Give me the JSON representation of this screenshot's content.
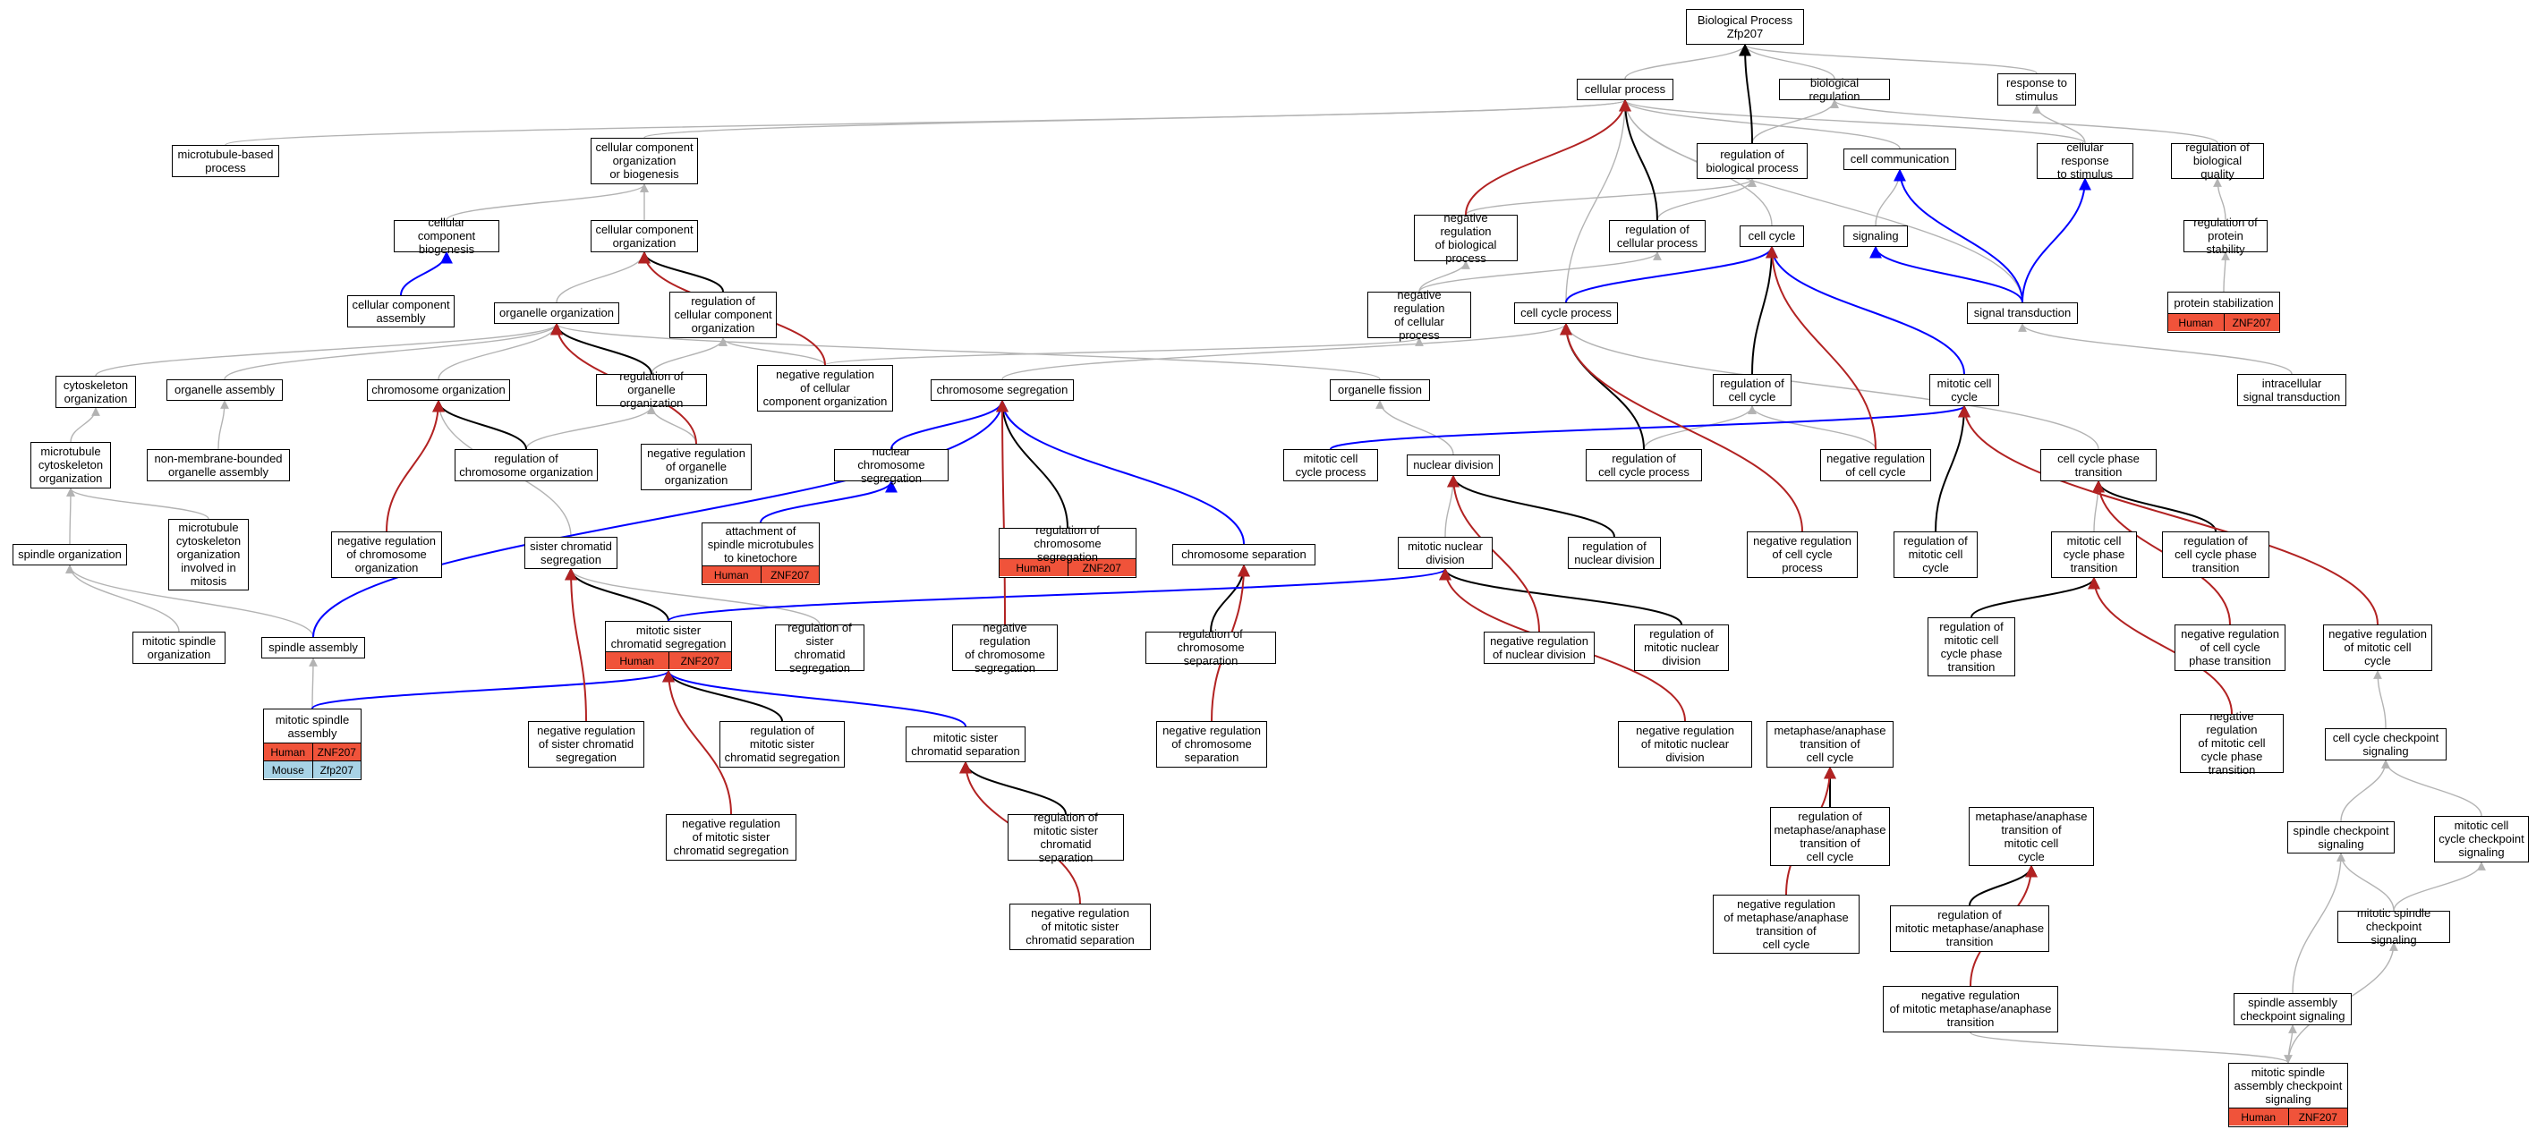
{
  "colors": {
    "is_a": "#b3b3b3",
    "part_of": "#000000",
    "regulates": "#0000ff",
    "negatively_regulates": "#b22222",
    "human_annotation": "#f0533a",
    "mouse_annotation": "#a8d3e6",
    "node_border": "#000000",
    "background": "#ffffff"
  },
  "nodes": [
    {
      "id": "bp",
      "text": "Biological Process\nZfp207"
    },
    {
      "id": "cp",
      "text": "cellular process"
    },
    {
      "id": "breg",
      "text": "biological regulation"
    },
    {
      "id": "rts",
      "text": "response to\nstimulus"
    },
    {
      "id": "mbp",
      "text": "microtubule-based\nprocess"
    },
    {
      "id": "ccob",
      "text": "cellular component\norganization\nor biogenesis"
    },
    {
      "id": "rbp",
      "text": "regulation of\nbiological process"
    },
    {
      "id": "ccomm",
      "text": "cell communication"
    },
    {
      "id": "crs",
      "text": "cellular response\nto stimulus"
    },
    {
      "id": "rbq",
      "text": "regulation of\nbiological quality"
    },
    {
      "id": "ccb",
      "text": "cellular component\nbiogenesis"
    },
    {
      "id": "cco",
      "text": "cellular component\norganization"
    },
    {
      "id": "nrbp",
      "text": "negative regulation\nof biological\nprocess"
    },
    {
      "id": "rcp",
      "text": "regulation of\ncellular process"
    },
    {
      "id": "cc",
      "text": "cell cycle"
    },
    {
      "id": "sig",
      "text": "signaling"
    },
    {
      "id": "rps",
      "text": "regulation of\nprotein stability"
    },
    {
      "id": "cca",
      "text": "cellular component\nassembly"
    },
    {
      "id": "oo",
      "text": "organelle organization"
    },
    {
      "id": "rccor",
      "text": "regulation of\ncellular component\norganization"
    },
    {
      "id": "nrcp",
      "text": "negative regulation\nof cellular\nprocess"
    },
    {
      "id": "ccp",
      "text": "cell cycle process"
    },
    {
      "id": "st",
      "text": "signal transduction"
    },
    {
      "id": "ps",
      "text": "protein stabilization",
      "ann": [
        {
          "sp": "Human",
          "g": "ZNF207"
        }
      ]
    },
    {
      "id": "cyto",
      "text": "cytoskeleton\norganization"
    },
    {
      "id": "oa",
      "text": "organelle assembly"
    },
    {
      "id": "chro",
      "text": "chromosome organization"
    },
    {
      "id": "roo",
      "text": "regulation of\norganelle organization"
    },
    {
      "id": "nrccor",
      "text": "negative regulation\nof cellular\ncomponent organization"
    },
    {
      "id": "chs",
      "text": "chromosome segregation"
    },
    {
      "id": "of",
      "text": "organelle fission"
    },
    {
      "id": "rcc",
      "text": "regulation of\ncell cycle"
    },
    {
      "id": "mcc",
      "text": "mitotic cell\ncycle"
    },
    {
      "id": "isig",
      "text": "intracellular\nsignal transduction"
    },
    {
      "id": "mco",
      "text": "microtubule\ncytoskeleton\norganization"
    },
    {
      "id": "nmboa",
      "text": "non-membrane-bounded\norganelle assembly"
    },
    {
      "id": "rchro",
      "text": "regulation of\nchromosome organization"
    },
    {
      "id": "nroo",
      "text": "negative regulation\nof organelle\norganization"
    },
    {
      "id": "ncs",
      "text": "nuclear chromosome\nsegregation"
    },
    {
      "id": "mccp",
      "text": "mitotic cell\ncycle process"
    },
    {
      "id": "nd",
      "text": "nuclear division"
    },
    {
      "id": "rccp",
      "text": "regulation of\ncell cycle process"
    },
    {
      "id": "nrcc",
      "text": "negative regulation\nof cell cycle"
    },
    {
      "id": "ccpt",
      "text": "cell cycle phase\ntransition"
    },
    {
      "id": "so",
      "text": "spindle organization"
    },
    {
      "id": "mcoim",
      "text": "microtubule\ncytoskeleton\norganization\ninvolved in\nmitosis"
    },
    {
      "id": "nrchro",
      "text": "negative regulation\nof chromosome\norganization"
    },
    {
      "id": "sc",
      "text": "sister chromatid\nsegregation"
    },
    {
      "id": "asmk",
      "text": "attachment of\nspindle microtubules\nto kinetochore",
      "ann": [
        {
          "sp": "Human",
          "g": "ZNF207"
        }
      ]
    },
    {
      "id": "rchs",
      "text": "regulation of\nchromosome segregation",
      "ann": [
        {
          "sp": "Human",
          "g": "ZNF207"
        }
      ]
    },
    {
      "id": "chsep",
      "text": "chromosome separation"
    },
    {
      "id": "mnd",
      "text": "mitotic nuclear\ndivision"
    },
    {
      "id": "rnd",
      "text": "regulation of\nnuclear division"
    },
    {
      "id": "nrccp",
      "text": "negative regulation\nof cell cycle\nprocess"
    },
    {
      "id": "rmcc",
      "text": "regulation of\nmitotic cell\ncycle"
    },
    {
      "id": "mccpt",
      "text": "mitotic cell\ncycle phase\ntransition"
    },
    {
      "id": "rccpt",
      "text": "regulation of\ncell cycle phase\ntransition"
    },
    {
      "id": "mso",
      "text": "mitotic spindle\norganization"
    },
    {
      "id": "sa",
      "text": "spindle assembly"
    },
    {
      "id": "mscs",
      "text": "mitotic sister\nchromatid segregation",
      "ann": [
        {
          "sp": "Human",
          "g": "ZNF207"
        }
      ]
    },
    {
      "id": "rscs",
      "text": "regulation of\nsister chromatid\nsegregation"
    },
    {
      "id": "nrchs",
      "text": "negative regulation\nof chromosome\nsegregation"
    },
    {
      "id": "rchsep",
      "text": "regulation of\nchromosome separation"
    },
    {
      "id": "nrnd",
      "text": "negative regulation\nof nuclear division"
    },
    {
      "id": "rmnd",
      "text": "regulation of\nmitotic nuclear\ndivision"
    },
    {
      "id": "rmccpt",
      "text": "regulation of\nmitotic cell\ncycle phase\ntransition"
    },
    {
      "id": "nrccpt",
      "text": "negative regulation\nof cell cycle\nphase transition"
    },
    {
      "id": "nrmcc",
      "text": "negative regulation\nof mitotic cell\ncycle"
    },
    {
      "id": "msa",
      "text": "mitotic spindle\nassembly",
      "ann": [
        {
          "sp": "Human",
          "g": "ZNF207"
        },
        {
          "sp": "Mouse",
          "g": "Zfp207"
        }
      ]
    },
    {
      "id": "nrscs",
      "text": "negative regulation\nof sister chromatid\nsegregation"
    },
    {
      "id": "rmscs",
      "text": "regulation of\nmitotic sister\nchromatid segregation"
    },
    {
      "id": "msep",
      "text": "mitotic sister\nchromatid separation"
    },
    {
      "id": "nrchsep",
      "text": "negative regulation\nof chromosome\nseparation"
    },
    {
      "id": "nrmnd",
      "text": "negative regulation\nof mitotic nuclear\ndivision"
    },
    {
      "id": "matcc",
      "text": "metaphase/anaphase\ntransition of\ncell cycle"
    },
    {
      "id": "nrmccpt",
      "text": "negative regulation\nof mitotic cell\ncycle phase\ntransition"
    },
    {
      "id": "cccs",
      "text": "cell cycle checkpoint\nsignaling"
    },
    {
      "id": "nrmscs",
      "text": "negative regulation\nof mitotic sister\nchromatid segregation"
    },
    {
      "id": "rmsep",
      "text": "regulation of\nmitotic sister\nchromatid separation"
    },
    {
      "id": "rmatcc",
      "text": "regulation of\nmetaphase/anaphase\ntransition of\ncell cycle"
    },
    {
      "id": "matmcc",
      "text": "metaphase/anaphase\ntransition of\nmitotic cell\ncycle"
    },
    {
      "id": "scs",
      "text": "spindle checkpoint\nsignaling"
    },
    {
      "id": "mcccs",
      "text": "mitotic cell\ncycle checkpoint\nsignaling"
    },
    {
      "id": "nrmatcc",
      "text": "negative regulation\nof metaphase/anaphase\ntransition of\ncell cycle"
    },
    {
      "id": "rmmat",
      "text": "regulation of\nmitotic metaphase/anaphase\ntransition"
    },
    {
      "id": "mscs2",
      "text": "mitotic spindle\ncheckpoint signaling"
    },
    {
      "id": "nrmsep",
      "text": "negative regulation\nof mitotic sister\nchromatid separation"
    },
    {
      "id": "sacs",
      "text": "spindle assembly\ncheckpoint signaling"
    },
    {
      "id": "nrmmat",
      "text": "negative regulation\nof mitotic metaphase/anaphase\ntransition"
    },
    {
      "id": "msacs",
      "text": "mitotic spindle\nassembly checkpoint\nsignaling",
      "ann": [
        {
          "sp": "Human",
          "g": "ZNF207"
        }
      ]
    }
  ],
  "edges": [
    [
      "cp",
      "bp",
      "is_a"
    ],
    [
      "breg",
      "bp",
      "is_a"
    ],
    [
      "rts",
      "bp",
      "is_a"
    ],
    [
      "rbp",
      "bp",
      "part_of"
    ],
    [
      "mbp",
      "cp",
      "is_a"
    ],
    [
      "ccob",
      "cp",
      "is_a"
    ],
    [
      "ccomm",
      "cp",
      "is_a"
    ],
    [
      "crs",
      "cp",
      "is_a"
    ],
    [
      "rcp",
      "cp",
      "part_of"
    ],
    [
      "nrbp",
      "cp",
      "negatively_regulates"
    ],
    [
      "cc",
      "cp",
      "is_a"
    ],
    [
      "rbp",
      "breg",
      "is_a"
    ],
    [
      "rbq",
      "breg",
      "is_a"
    ],
    [
      "crs",
      "rts",
      "is_a"
    ],
    [
      "ccb",
      "ccob",
      "is_a"
    ],
    [
      "cco",
      "ccob",
      "is_a"
    ],
    [
      "nrbp",
      "rbp",
      "is_a"
    ],
    [
      "rcp",
      "rbp",
      "is_a"
    ],
    [
      "sig",
      "ccomm",
      "is_a"
    ],
    [
      "st",
      "ccomm",
      "regulates"
    ],
    [
      "st",
      "crs",
      "regulates"
    ],
    [
      "rps",
      "rbq",
      "is_a"
    ],
    [
      "ps",
      "rps",
      "is_a"
    ],
    [
      "cca",
      "ccb",
      "regulates"
    ],
    [
      "oo",
      "cco",
      "is_a"
    ],
    [
      "rccor",
      "cco",
      "part_of"
    ],
    [
      "nrccor",
      "cco",
      "negatively_regulates"
    ],
    [
      "ccp",
      "cc",
      "regulates"
    ],
    [
      "rcc",
      "cc",
      "part_of"
    ],
    [
      "nrcc",
      "cc",
      "negatively_regulates"
    ],
    [
      "st",
      "sig",
      "regulates"
    ],
    [
      "nrcp",
      "rcp",
      "is_a"
    ],
    [
      "nrcp",
      "nrbp",
      "is_a"
    ],
    [
      "ccp",
      "cp",
      "is_a"
    ],
    [
      "st",
      "cp",
      "is_a"
    ],
    [
      "cyto",
      "oo",
      "is_a"
    ],
    [
      "oa",
      "oo",
      "is_a"
    ],
    [
      "roo",
      "oo",
      "part_of"
    ],
    [
      "nroo",
      "oo",
      "negatively_regulates"
    ],
    [
      "chro",
      "oo",
      "is_a"
    ],
    [
      "roo",
      "rccor",
      "is_a"
    ],
    [
      "nrccor",
      "rccor",
      "is_a"
    ],
    [
      "nrccor",
      "nrcp",
      "is_a"
    ],
    [
      "chs",
      "ccp",
      "is_a"
    ],
    [
      "of",
      "oo",
      "is_a"
    ],
    [
      "rccp",
      "ccp",
      "part_of"
    ],
    [
      "nrccp",
      "ccp",
      "negatively_regulates"
    ],
    [
      "mcc",
      "cc",
      "regulates"
    ],
    [
      "isig",
      "st",
      "is_a"
    ],
    [
      "mco",
      "cyto",
      "is_a"
    ],
    [
      "nmboa",
      "oa",
      "is_a"
    ],
    [
      "rchro",
      "chro",
      "part_of"
    ],
    [
      "nrchro",
      "chro",
      "negatively_regulates"
    ],
    [
      "nroo",
      "roo",
      "is_a"
    ],
    [
      "rchro",
      "roo",
      "is_a"
    ],
    [
      "ncs",
      "chs",
      "regulates"
    ],
    [
      "mccp",
      "mcc",
      "regulates"
    ],
    [
      "nd",
      "of",
      "is_a"
    ],
    [
      "rccp",
      "rcc",
      "is_a"
    ],
    [
      "nrcc",
      "rcc",
      "is_a"
    ],
    [
      "ccpt",
      "ccp",
      "is_a"
    ],
    [
      "so",
      "mco",
      "is_a"
    ],
    [
      "mcoim",
      "mco",
      "is_a"
    ],
    [
      "sc",
      "chro",
      "is_a"
    ],
    [
      "asmk",
      "ncs",
      "regulates"
    ],
    [
      "rchs",
      "chs",
      "part_of"
    ],
    [
      "chsep",
      "chs",
      "regulates"
    ],
    [
      "mnd",
      "nd",
      "is_a"
    ],
    [
      "rnd",
      "nd",
      "part_of"
    ],
    [
      "nrnd",
      "nd",
      "negatively_regulates"
    ],
    [
      "rmcc",
      "mcc",
      "part_of"
    ],
    [
      "nrmcc",
      "mcc",
      "negatively_regulates"
    ],
    [
      "mccpt",
      "ccpt",
      "is_a"
    ],
    [
      "rccpt",
      "ccpt",
      "part_of"
    ],
    [
      "nrccpt",
      "ccpt",
      "negatively_regulates"
    ],
    [
      "mso",
      "so",
      "is_a"
    ],
    [
      "sa",
      "so",
      "is_a"
    ],
    [
      "sa",
      "chs",
      "regulates"
    ],
    [
      "mscs",
      "sc",
      "part_of"
    ],
    [
      "rscs",
      "sc",
      "is_a"
    ],
    [
      "nrscs",
      "sc",
      "negatively_regulates"
    ],
    [
      "nrchs",
      "chs",
      "negatively_regulates"
    ],
    [
      "rchsep",
      "chsep",
      "part_of"
    ],
    [
      "nrchsep",
      "chsep",
      "negatively_regulates"
    ],
    [
      "mscs",
      "mnd",
      "regulates"
    ],
    [
      "rmnd",
      "mnd",
      "part_of"
    ],
    [
      "nrmnd",
      "mnd",
      "negatively_regulates"
    ],
    [
      "rmccpt",
      "mccpt",
      "part_of"
    ],
    [
      "nrmccpt",
      "mccpt",
      "negatively_regulates"
    ],
    [
      "msa",
      "sa",
      "is_a"
    ],
    [
      "msa",
      "mscs",
      "regulates"
    ],
    [
      "msep",
      "mscs",
      "regulates"
    ],
    [
      "rmscs",
      "mscs",
      "part_of"
    ],
    [
      "nrmscs",
      "mscs",
      "negatively_regulates"
    ],
    [
      "rmsep",
      "msep",
      "part_of"
    ],
    [
      "nrmsep",
      "msep",
      "negatively_regulates"
    ],
    [
      "rmatcc",
      "matcc",
      "part_of"
    ],
    [
      "nrmatcc",
      "matcc",
      "negatively_regulates"
    ],
    [
      "rmmat",
      "matmcc",
      "part_of"
    ],
    [
      "nrmmat",
      "matmcc",
      "negatively_regulates"
    ],
    [
      "cccs",
      "nrmcc",
      "is_a"
    ],
    [
      "scs",
      "cccs",
      "is_a"
    ],
    [
      "mcccs",
      "cccs",
      "is_a"
    ],
    [
      "mscs2",
      "scs",
      "is_a"
    ],
    [
      "mscs2",
      "mcccs",
      "is_a"
    ],
    [
      "sacs",
      "scs",
      "is_a"
    ],
    [
      "msacs",
      "sacs",
      "is_a"
    ],
    [
      "msacs",
      "mscs2",
      "is_a"
    ],
    [
      "nrmmat",
      "msacs",
      "is_a"
    ]
  ]
}
